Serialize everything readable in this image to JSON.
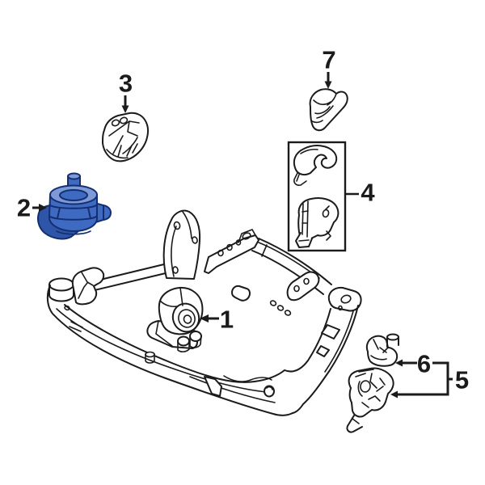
{
  "diagram": {
    "kind": "exploded-parts-line-art",
    "background_color": "#ffffff",
    "line_color": "#1b1b1b",
    "highlight_fill": "#3f6ac2",
    "highlight_fill_light": "#7d99d8",
    "highlight_fill_dark": "#2e55a8",
    "highlight_outline": "#142f70",
    "callouts": [
      {
        "label": "1"
      },
      {
        "label": "2"
      },
      {
        "label": "3"
      },
      {
        "label": "4"
      },
      {
        "label": "5"
      },
      {
        "label": "6"
      },
      {
        "label": "7"
      }
    ]
  }
}
